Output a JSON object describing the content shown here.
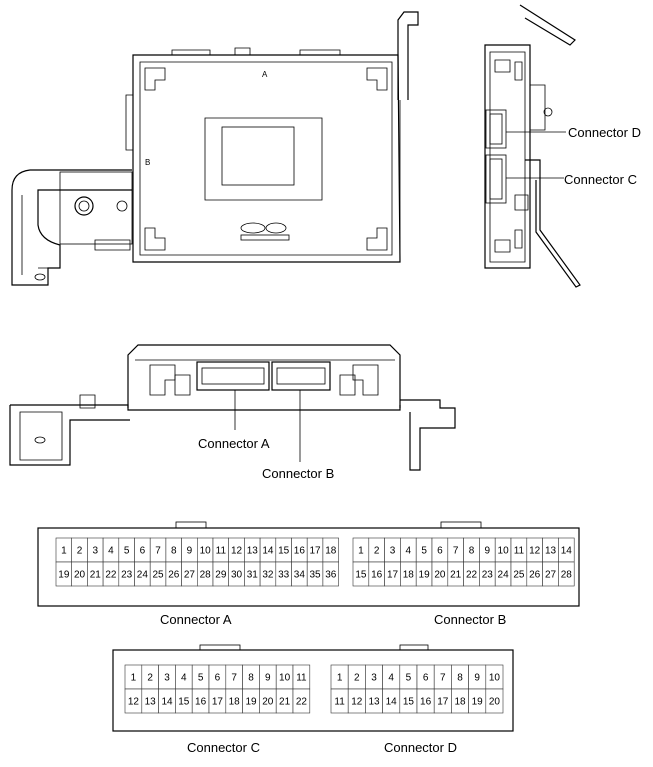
{
  "labels": {
    "connector_a": "Connector A",
    "connector_b": "Connector B",
    "connector_c": "Connector C",
    "connector_d": "Connector D",
    "housing_mark_a": "A",
    "housing_mark_b": "B"
  },
  "pinouts": {
    "connector_a": {
      "row1": [
        "1",
        "2",
        "3",
        "4",
        "5",
        "6",
        "7",
        "8",
        "9",
        "10",
        "11",
        "12",
        "13",
        "14",
        "15",
        "16",
        "17",
        "18"
      ],
      "row2": [
        "19",
        "20",
        "21",
        "22",
        "23",
        "24",
        "25",
        "26",
        "27",
        "28",
        "29",
        "30",
        "31",
        "32",
        "33",
        "34",
        "35",
        "36"
      ]
    },
    "connector_b": {
      "row1": [
        "1",
        "2",
        "3",
        "4",
        "5",
        "6",
        "7",
        "8",
        "9",
        "10",
        "11",
        "12",
        "13",
        "14"
      ],
      "row2": [
        "15",
        "16",
        "17",
        "18",
        "19",
        "20",
        "21",
        "22",
        "23",
        "24",
        "25",
        "26",
        "27",
        "28"
      ]
    },
    "connector_c": {
      "row1": [
        "1",
        "2",
        "3",
        "4",
        "5",
        "6",
        "7",
        "8",
        "9",
        "10",
        "11"
      ],
      "row2": [
        "12",
        "13",
        "14",
        "15",
        "16",
        "17",
        "18",
        "19",
        "20",
        "21",
        "22"
      ]
    },
    "connector_d": {
      "row1": [
        "1",
        "2",
        "3",
        "4",
        "5",
        "6",
        "7",
        "8",
        "9",
        "10"
      ],
      "row2": [
        "11",
        "12",
        "13",
        "14",
        "15",
        "16",
        "17",
        "18",
        "19",
        "20"
      ]
    }
  }
}
